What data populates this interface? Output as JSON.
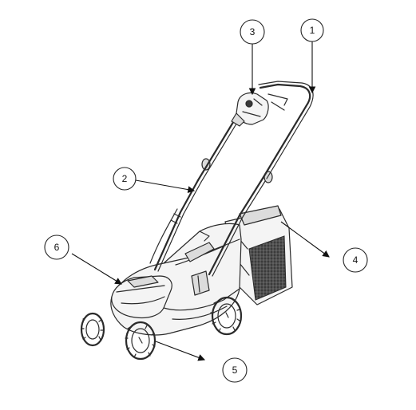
{
  "callouts": [
    {
      "id": "1",
      "label": "1"
    },
    {
      "id": "2",
      "label": "2"
    },
    {
      "id": "3",
      "label": "3"
    },
    {
      "id": "4",
      "label": "4"
    },
    {
      "id": "5",
      "label": "5"
    },
    {
      "id": "6",
      "label": "6"
    }
  ],
  "colors": {
    "ink": "#2b2b2b",
    "background": "#ffffff",
    "grass_box_mesh": "#3a3a3a"
  }
}
